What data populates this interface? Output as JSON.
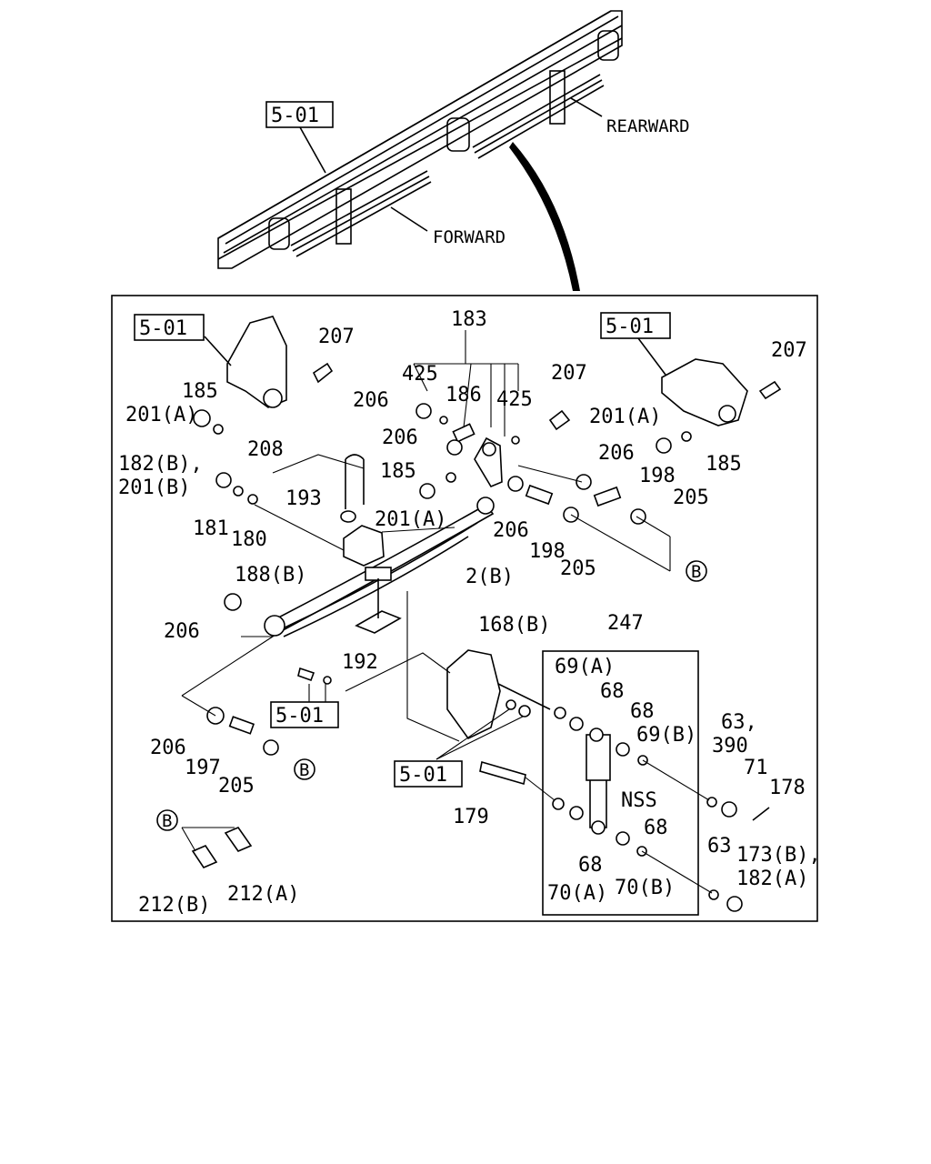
{
  "overview": {
    "ref_box": "5-01",
    "rearward": "REARWARD",
    "forward": "FORWARD"
  },
  "detail": {
    "ref_box_left": "5-01",
    "ref_box_right": "5-01",
    "ref_box_mid": "5-01",
    "ref_box_low": "5-01",
    "group_183": "183",
    "nss": "NSS",
    "group_247": "247",
    "circle_b": "B",
    "labels": {
      "l207a": "207",
      "l185a": "185",
      "l201a": "201(A)",
      "l182b": "182(B),",
      "l201b": "201(B)",
      "l208": "208",
      "l193": "193",
      "l181": "181",
      "l180": "180",
      "l188b": "188(B)",
      "l425a": "425",
      "l186": "186",
      "l425b": "425",
      "l206a": "206",
      "l206b": "206",
      "l185b": "185",
      "l201c": "201(A)",
      "l207b": "207",
      "l2b": "2(B)",
      "l206c": "206",
      "l198a": "198",
      "l205a": "205",
      "l201d": "201(A)",
      "l207c": "207",
      "l185c": "185",
      "l206d": "206",
      "l198b": "198",
      "l205b": "205",
      "l206e": "206",
      "l192": "192",
      "l168b": "168(B)",
      "l206f": "206",
      "l197": "197",
      "l205c": "205",
      "l179": "179",
      "l69a": "69(A)",
      "l68a": "68",
      "l68b": "68",
      "l69b": "69(B)",
      "l68c": "68",
      "l68d": "68",
      "l70a": "70(A)",
      "l70b": "70(B)",
      "l63a": "63,",
      "l390": "390",
      "l71": "71",
      "l178": "178",
      "l63b": "63",
      "l173b": "173(B),",
      "l182a": "182(A)",
      "l212b": "212(B)",
      "l212a": "212(A)"
    }
  }
}
